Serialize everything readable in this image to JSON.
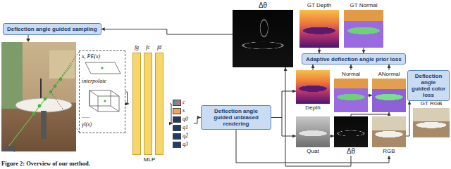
{
  "diagram": {
    "caption": "Figure 2: Overview of our method.",
    "nodes": [
      {
        "text": [
          "Deflection angle guided sampling"
        ]
      },
      {
        "text": [
          "Δθ"
        ]
      },
      {
        "text": [
          "GT Depth"
        ]
      },
      {
        "text": [
          "GT Normal"
        ]
      },
      {
        "text": [
          "Adaptive deflection angle prior loss"
        ]
      },
      {
        "text": [
          "x, PE(x)",
          "interpolate",
          "......",
          "γl(x)"
        ]
      },
      {
        "text": [
          "fg",
          "fc",
          "fd",
          "MLP"
        ]
      },
      {
        "text": [
          "c",
          "s",
          "q0",
          "q1",
          "q2",
          "q3"
        ]
      },
      {
        "text": [
          "Deflection angle guided unbiased rendering"
        ]
      },
      {
        "text": [
          "Depth"
        ]
      },
      {
        "text": [
          "Normal"
        ]
      },
      {
        "text": [
          "ANormal"
        ]
      },
      {
        "text": [
          "Deflection angle guided color loss"
        ]
      },
      {
        "text": [
          "GT RGB"
        ]
      },
      {
        "text": [
          "Quat"
        ]
      },
      {
        "text": [
          "Δθ"
        ]
      },
      {
        "text": [
          "RGB"
        ]
      }
    ],
    "edges": [
      {
        "from": 1,
        "to": 0,
        "arrow": "to"
      },
      {
        "from": 5,
        "to": 6,
        "arrow": "to"
      },
      {
        "from": 6,
        "to": 7,
        "arrow": "to"
      },
      {
        "from": 7,
        "to": 8,
        "arrow": "to"
      },
      {
        "from": 8,
        "to": 9,
        "arrow": "to"
      },
      {
        "from": 8,
        "to": 14,
        "arrow": "to"
      },
      {
        "from": 8,
        "to": 16,
        "arrow": "to"
      },
      {
        "from": 14,
        "to": 15,
        "arrow": "to"
      },
      {
        "from": 15,
        "to": 1,
        "arrow": "to"
      },
      {
        "from": 2,
        "to": 4,
        "arrow": "to"
      },
      {
        "from": 3,
        "to": 4,
        "arrow": "to"
      },
      {
        "from": 9,
        "to": 4,
        "arrow": "to"
      },
      {
        "from": 10,
        "to": 4,
        "arrow": "to"
      },
      {
        "from": 11,
        "to": 4,
        "arrow": "to"
      },
      {
        "from": 10,
        "to": 11,
        "arrow": "to"
      },
      {
        "from": 13,
        "to": 12,
        "arrow": "to"
      },
      {
        "from": 16,
        "to": 12,
        "arrow": "to"
      },
      {
        "from": 15,
        "to": 11,
        "arrow": "to"
      }
    ]
  }
}
